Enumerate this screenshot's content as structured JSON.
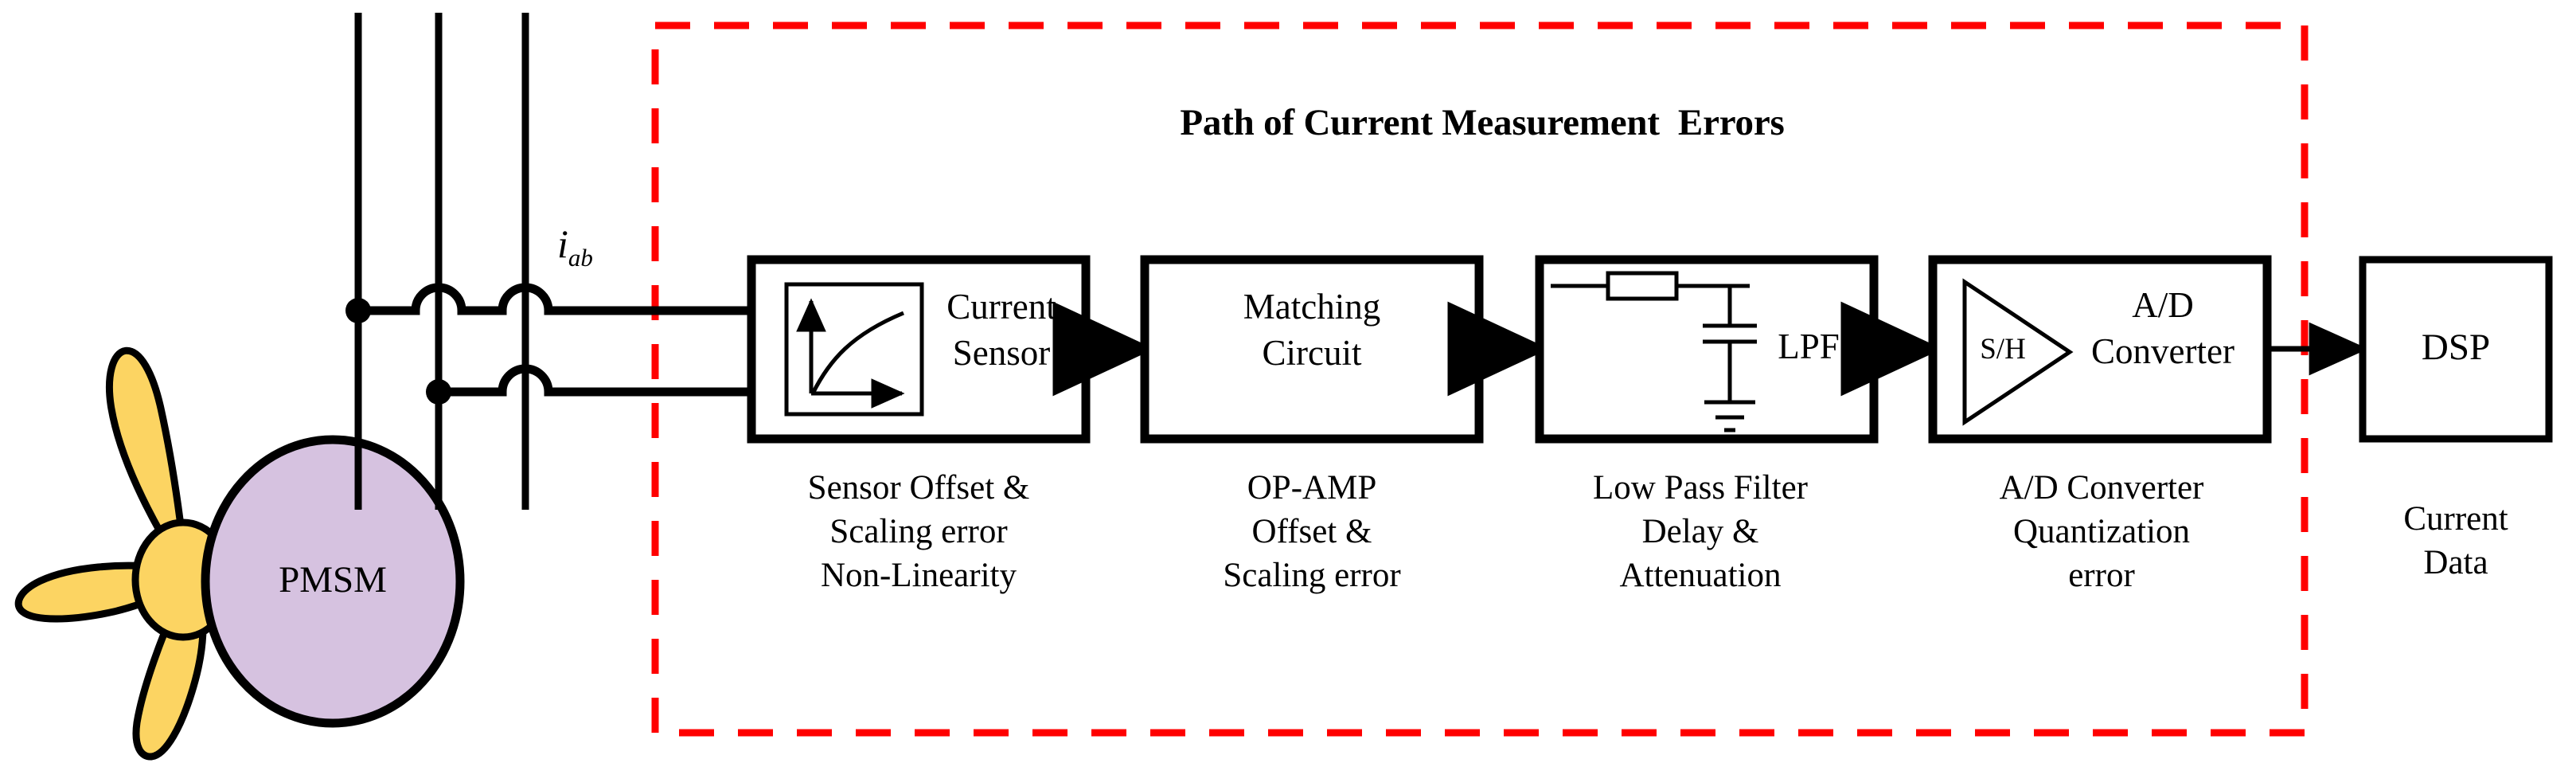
{
  "diagram": {
    "title": "Path of Current Measurement  Errors",
    "boundary_color": "#FF0000",
    "boundary_style": "dashed",
    "line_color": "#000000",
    "background": "#ffffff"
  },
  "machine": {
    "name": "PMSM",
    "body_color": "#D6C2E0",
    "propeller_color": "#FCD462",
    "blade_count": 3,
    "phase_line_count": 3
  },
  "signals": {
    "current_symbol": "i",
    "current_subscript": "ab"
  },
  "blocks": [
    {
      "id": "current-sensor",
      "label_line1": "Current",
      "label_line2": "Sensor",
      "icon": "transfer-curve-graph",
      "caption": [
        "Sensor Offset &",
        "Scaling error",
        "Non-Linearity"
      ]
    },
    {
      "id": "matching-circuit",
      "label_line1": "Matching",
      "label_line2": "Circuit",
      "icon": "none",
      "caption": [
        "OP-AMP",
        "Offset &",
        "Scaling error"
      ]
    },
    {
      "id": "low-pass-filter",
      "label_line1": "LPF",
      "label_line2": "",
      "icon": "rc-filter-circuit",
      "caption": [
        "Low Pass Filter",
        "Delay &",
        "Attenuation"
      ]
    },
    {
      "id": "ad-converter",
      "label_line1": "A/D",
      "label_line2": "Converter",
      "icon": "sample-hold-triangle",
      "icon_label": "S/H",
      "caption": [
        "A/D Converter",
        "Quantization",
        "error"
      ]
    }
  ],
  "output": {
    "label": "DSP",
    "caption": [
      "Current",
      "Data"
    ]
  }
}
